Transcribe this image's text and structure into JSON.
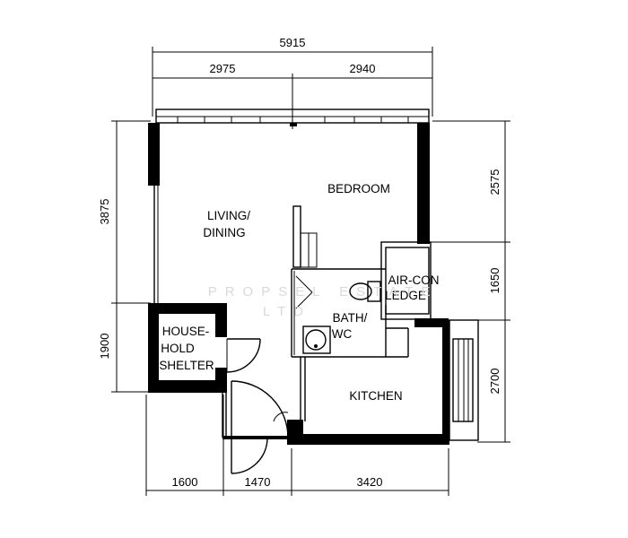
{
  "dimensions": {
    "top_total": "5915",
    "top_left": "2975",
    "top_right": "2940",
    "left_upper": "3875",
    "left_lower": "1900",
    "right_top": "2575",
    "right_middle": "1650",
    "right_bottom": "2700",
    "bottom_left": "1600",
    "bottom_middle": "1470",
    "bottom_right": "3420"
  },
  "rooms": {
    "bedroom": "BEDROOM",
    "living_dining_line1": "LIVING/",
    "living_dining_line2": "DINING",
    "aircon_line1": "AIR-CON",
    "aircon_line2": "LEDGE",
    "bath_line1": "BATH/",
    "bath_line2": "WC",
    "household_line1": "HOUSE-",
    "household_line2": "HOLD",
    "household_line3": "SHELTER",
    "kitchen": "KITCHEN"
  },
  "watermark": {
    "line1": "PROPSEL ESTATE",
    "line2": "LTD"
  }
}
